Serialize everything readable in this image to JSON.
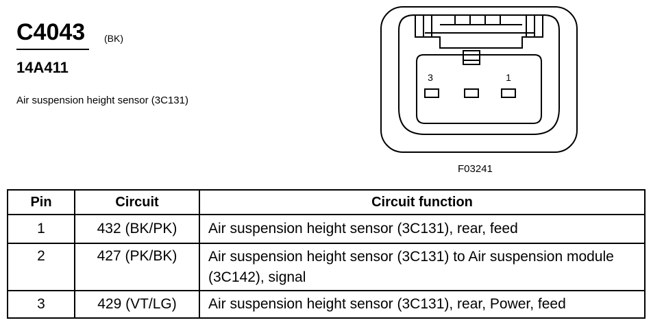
{
  "header": {
    "connector_id": "C4043",
    "connector_color": "(BK)",
    "part_number": "14A411",
    "description": "Air suspension height sensor (3C131)"
  },
  "diagram": {
    "figure_id": "F03241",
    "pin_labels": {
      "left": "3",
      "right": "1"
    }
  },
  "table": {
    "headers": {
      "pin": "Pin",
      "circuit": "Circuit",
      "function": "Circuit function"
    },
    "rows": [
      {
        "pin": "1",
        "circuit": "432 (BK/PK)",
        "function": "Air suspension height sensor (3C131), rear, feed"
      },
      {
        "pin": "2",
        "circuit": "427 (PK/BK)",
        "function": "Air suspension height sensor (3C131) to Air suspension module (3C142), signal"
      },
      {
        "pin": "3",
        "circuit": "429 (VT/LG)",
        "function": "Air suspension height sensor (3C131), rear, Power, feed"
      }
    ]
  }
}
